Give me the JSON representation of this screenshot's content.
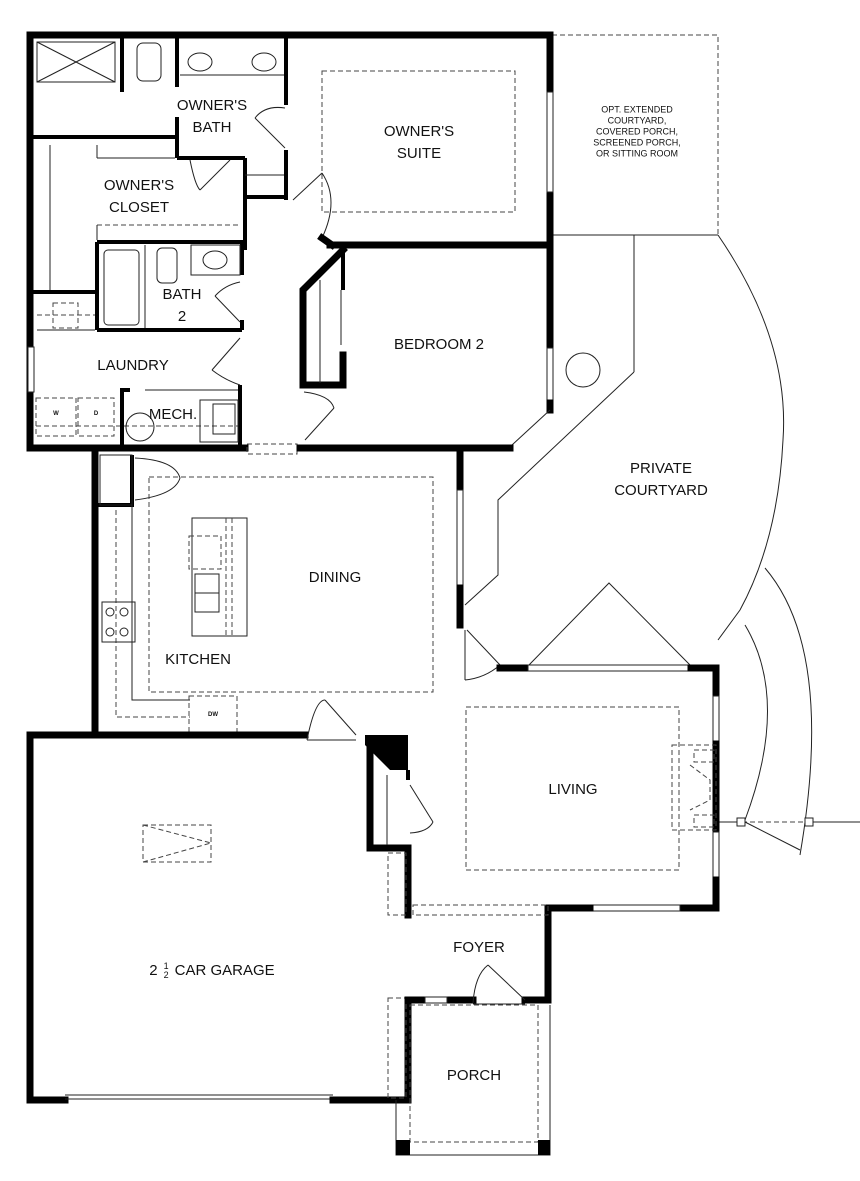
{
  "plan": {
    "rooms": {
      "owners_bath": {
        "line1": "OWNER'S",
        "line2": "BATH"
      },
      "owners_suite": {
        "line1": "OWNER'S",
        "line2": "SUITE"
      },
      "owners_closet": {
        "line1": "OWNER'S",
        "line2": "CLOSET"
      },
      "optional_area": {
        "line1": "OPT. EXTENDED",
        "line2": "COURTYARD,",
        "line3": "COVERED PORCH,",
        "line4": "SCREENED PORCH,",
        "line5": "OR SITTING ROOM"
      },
      "bath2": {
        "line1": "BATH",
        "line2": "2"
      },
      "bedroom2": {
        "label": "BEDROOM 2"
      },
      "laundry": {
        "label": "LAUNDRY"
      },
      "mech": {
        "label": "MECH."
      },
      "courtyard": {
        "line1": "PRIVATE",
        "line2": "COURTYARD"
      },
      "dining": {
        "label": "DINING"
      },
      "kitchen": {
        "label": "KITCHEN"
      },
      "living": {
        "label": "LIVING"
      },
      "garage": {
        "whole": "2",
        "num": "1",
        "den": "2",
        "label": "CAR GARAGE"
      },
      "foyer": {
        "label": "FOYER"
      },
      "porch": {
        "label": "PORCH"
      }
    },
    "appliances": {
      "washer": "W",
      "dryer": "D",
      "dishwasher": "DW"
    }
  }
}
